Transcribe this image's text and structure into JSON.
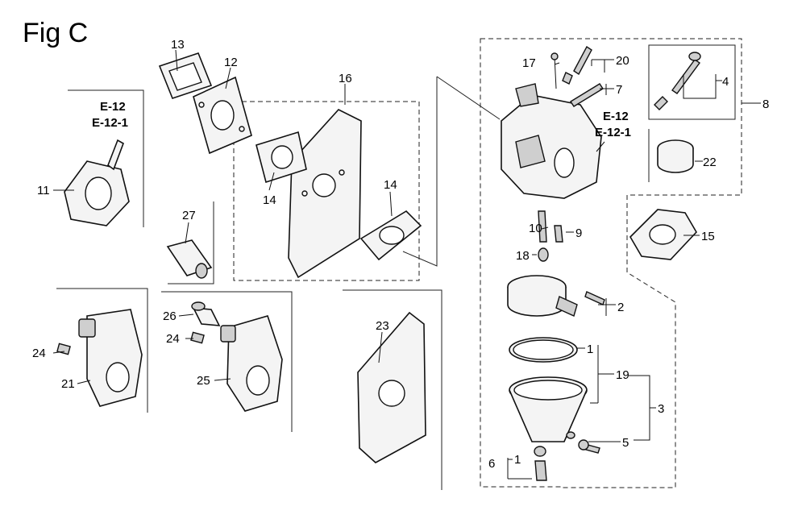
{
  "figure_title": "Fig C",
  "references": {
    "left_primary": "E-12",
    "left_secondary": "E-12-1",
    "right_primary": "E-12",
    "right_secondary": "E-12-1"
  },
  "callouts": {
    "c1a": "1",
    "c1b": "1",
    "c2": "2",
    "c3": "3",
    "c4": "4",
    "c5": "5",
    "c6": "6",
    "c7": "7",
    "c8": "8",
    "c9": "9",
    "c10": "10",
    "c11": "11",
    "c12": "12",
    "c13": "13",
    "c14a": "14",
    "c14b": "14",
    "c15": "15",
    "c16": "16",
    "c17": "17",
    "c18": "18",
    "c19": "19",
    "c20": "20",
    "c21": "21",
    "c22": "22",
    "c23": "23",
    "c24a": "24",
    "c24b": "24",
    "c25": "25",
    "c26": "26",
    "c27": "27"
  }
}
